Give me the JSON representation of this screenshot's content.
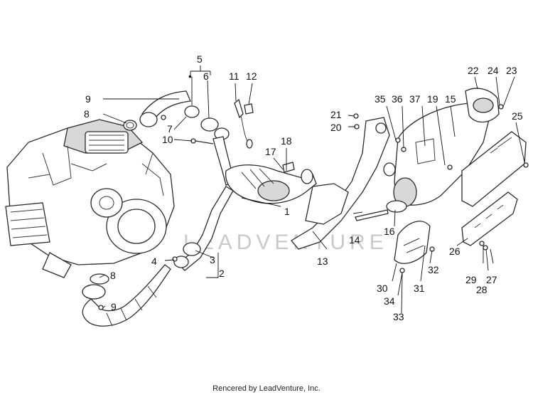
{
  "callouts": {
    "c1": "1",
    "c2": "2",
    "c3": "3",
    "c4": "4",
    "c5": "5",
    "c6": "6",
    "c7": "7",
    "c8a": "8",
    "c8b": "8",
    "c9a": "9",
    "c9b": "9",
    "c10": "10",
    "c11": "11",
    "c12": "12",
    "c13": "13",
    "c14": "14",
    "c15": "15",
    "c16": "16",
    "c17": "17",
    "c18": "18",
    "c19": "19",
    "c20": "20",
    "c21": "21",
    "c22": "22",
    "c23": "23",
    "c24": "24",
    "c25": "25",
    "c26": "26",
    "c27": "27",
    "c28": "28",
    "c29": "29",
    "c30": "30",
    "c31": "31",
    "c32": "32",
    "c33": "33",
    "c34": "34",
    "c35": "35",
    "c36": "36",
    "c37": "37"
  },
  "watermark": "LEADVENTURE",
  "footer": "Rencered by LeadVenture, Inc."
}
